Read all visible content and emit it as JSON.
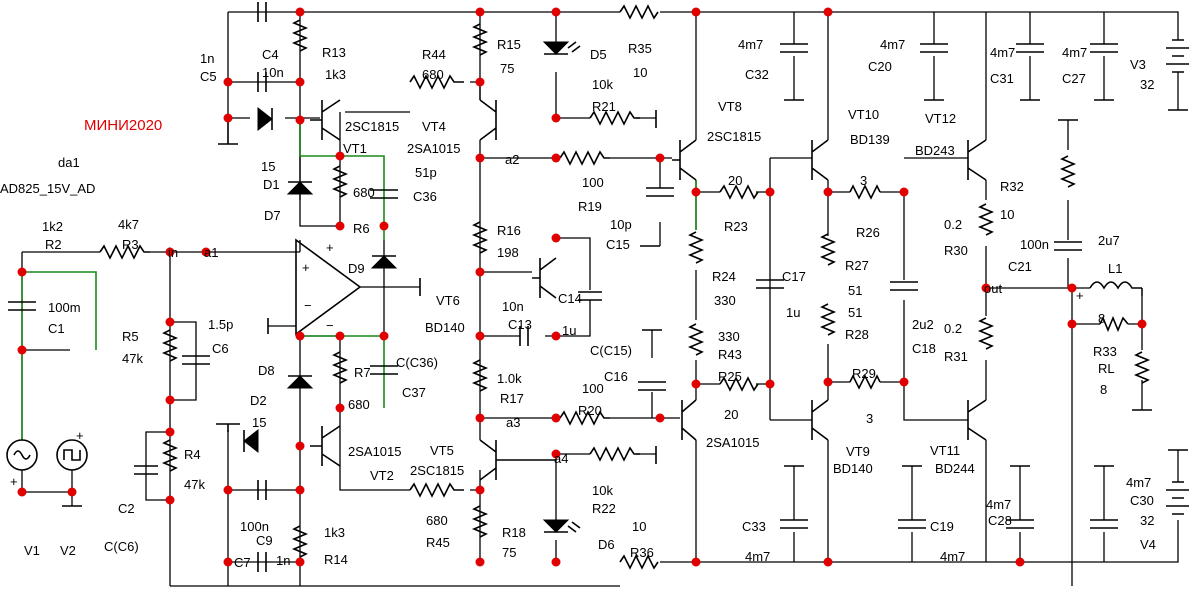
{
  "title": "МИНИ2020",
  "labels": [
    [
      "1n",
      200,
      52
    ],
    [
      "C5",
      200,
      70
    ],
    [
      "C4",
      262,
      48
    ],
    [
      "10n",
      262,
      66
    ],
    [
      "R13",
      322,
      46
    ],
    [
      "1k3",
      325,
      68
    ],
    [
      "R44",
      422,
      48
    ],
    [
      "680",
      422,
      68
    ],
    [
      "R15",
      497,
      38
    ],
    [
      "75",
      500,
      62
    ],
    [
      "D5",
      590,
      48
    ],
    [
      "R35",
      628,
      42
    ],
    [
      "10",
      633,
      66
    ],
    [
      "4m7",
      738,
      38
    ],
    [
      "C32",
      745,
      68
    ],
    [
      "4m7",
      880,
      38
    ],
    [
      "C20",
      868,
      60
    ],
    [
      "4m7",
      990,
      46
    ],
    [
      "C31",
      990,
      72
    ],
    [
      "4m7",
      1062,
      46
    ],
    [
      "C27",
      1062,
      72
    ],
    [
      "V3",
      1130,
      58
    ],
    [
      "32",
      1140,
      78
    ],
    [
      "10k",
      592,
      78
    ],
    [
      "R21",
      592,
      100
    ],
    [
      "VT8",
      718,
      100
    ],
    [
      "2SC1815",
      707,
      130
    ],
    [
      "VT10",
      848,
      108
    ],
    [
      "BD139",
      850,
      133
    ],
    [
      "VT12",
      925,
      112
    ],
    [
      "BD243",
      915,
      144
    ],
    [
      "2SC1815",
      345,
      120
    ],
    [
      "VT4",
      422,
      120
    ],
    [
      "VT1",
      343,
      142
    ],
    [
      "2SA1015",
      407,
      142
    ],
    [
      "51p",
      415,
      166
    ],
    [
      "C36",
      413,
      190
    ],
    [
      "da1",
      58,
      156
    ],
    [
      "AD825_15V_AD",
      0,
      182
    ],
    [
      "15",
      261,
      160
    ],
    [
      "D1",
      263,
      178
    ],
    [
      "680",
      353,
      186
    ],
    [
      "D7",
      264,
      209
    ],
    [
      "R6",
      353,
      222
    ],
    [
      "a2",
      505,
      153
    ],
    [
      "100",
      582,
      176
    ],
    [
      "20",
      728,
      174
    ],
    [
      "3",
      860,
      174
    ],
    [
      "R32",
      1000,
      180
    ],
    [
      "10",
      1000,
      208
    ],
    [
      "R19",
      578,
      200
    ],
    [
      "R23",
      724,
      220
    ],
    [
      "R26",
      856,
      226
    ],
    [
      "0.2",
      944,
      218
    ],
    [
      "R30",
      944,
      244
    ],
    [
      "100n",
      1020,
      238
    ],
    [
      "C21",
      1008,
      260
    ],
    [
      "2u7",
      1098,
      234
    ],
    [
      "L1",
      1108,
      262
    ],
    [
      "1k2",
      42,
      220
    ],
    [
      "R2",
      45,
      238
    ],
    [
      "4k7",
      118,
      218
    ],
    [
      "R3",
      122,
      238
    ],
    [
      "in",
      168,
      246
    ],
    [
      "a1",
      204,
      246
    ],
    [
      "R16",
      497,
      224
    ],
    [
      "198",
      497,
      246
    ],
    [
      "10p",
      610,
      218
    ],
    [
      "C15",
      606,
      238
    ],
    [
      "R24",
      712,
      270
    ],
    [
      "330",
      714,
      294
    ],
    [
      "C17",
      782,
      270
    ],
    [
      "1u",
      786,
      306
    ],
    [
      "R27",
      845,
      259
    ],
    [
      "51",
      848,
      284
    ],
    [
      "51",
      848,
      306
    ],
    [
      "R28",
      845,
      328
    ],
    [
      "out",
      984,
      282
    ],
    [
      "8",
      1098,
      312
    ],
    [
      "D9",
      348,
      262
    ],
    [
      "VT6",
      436,
      294
    ],
    [
      "BD140",
      425,
      321
    ],
    [
      "C14",
      558,
      292
    ],
    [
      "10n",
      502,
      300
    ],
    [
      "C13",
      508,
      318
    ],
    [
      "1u",
      562,
      324
    ],
    [
      "100m",
      48,
      301
    ],
    [
      "C1",
      48,
      322
    ],
    [
      "R5",
      122,
      330
    ],
    [
      "47k",
      122,
      352
    ],
    [
      "1.5p",
      208,
      318
    ],
    [
      "C6",
      212,
      342
    ],
    [
      "2u2",
      912,
      318
    ],
    [
      "C18",
      912,
      342
    ],
    [
      "0.2",
      944,
      322
    ],
    [
      "R31",
      944,
      350
    ],
    [
      "R33",
      1093,
      345
    ],
    [
      "RL",
      1098,
      362
    ],
    [
      "8",
      1100,
      383
    ],
    [
      "C(C36)",
      396,
      356
    ],
    [
      "C(C15)",
      590,
      344
    ],
    [
      "330",
      718,
      330
    ],
    [
      "R43",
      718,
      348
    ],
    [
      "R29",
      852,
      367
    ],
    [
      "D8",
      258,
      364
    ],
    [
      "R7",
      354,
      366
    ],
    [
      "C37",
      402,
      386
    ],
    [
      "1.0k",
      497,
      372
    ],
    [
      "C16",
      604,
      370
    ],
    [
      "100",
      582,
      382
    ],
    [
      "R25",
      718,
      370
    ],
    [
      "D2",
      250,
      394
    ],
    [
      "680",
      348,
      398
    ],
    [
      "R17",
      500,
      392
    ],
    [
      "20",
      724,
      408
    ],
    [
      "3",
      866,
      412
    ],
    [
      "15",
      252,
      416
    ],
    [
      "a3",
      506,
      416
    ],
    [
      "R20",
      578,
      404
    ],
    [
      "R4",
      184,
      448
    ],
    [
      "47k",
      184,
      478
    ],
    [
      "2SA1015",
      348,
      445
    ],
    [
      "VT5",
      430,
      444
    ],
    [
      "2SC1815",
      410,
      464
    ],
    [
      "VT2",
      370,
      469
    ],
    [
      "2SA1015",
      706,
      436
    ],
    [
      "VT9",
      846,
      445
    ],
    [
      "BD140",
      833,
      462
    ],
    [
      "VT11",
      930,
      444
    ],
    [
      "BD244",
      935,
      462
    ],
    [
      "a4",
      554,
      452
    ],
    [
      "10k",
      592,
      484
    ],
    [
      "R22",
      592,
      502
    ],
    [
      "C2",
      118,
      502
    ],
    [
      "100n",
      240,
      520
    ],
    [
      "C9",
      256,
      534
    ],
    [
      "1k3",
      324,
      526
    ],
    [
      "680",
      426,
      514
    ],
    [
      "R45",
      426,
      536
    ],
    [
      "R18",
      502,
      526
    ],
    [
      "75",
      502,
      546
    ],
    [
      "10",
      632,
      520
    ],
    [
      "D6",
      598,
      538
    ],
    [
      "R36",
      630,
      546
    ],
    [
      "C33",
      742,
      520
    ],
    [
      "4m7",
      745,
      550
    ],
    [
      "C19",
      930,
      520
    ],
    [
      "4m7",
      940,
      550
    ],
    [
      "4m7",
      986,
      498
    ],
    [
      "C28",
      988,
      514
    ],
    [
      "4m7",
      1126,
      476
    ],
    [
      "C30",
      1130,
      494
    ],
    [
      "32",
      1140,
      514
    ],
    [
      "V4",
      1140,
      538
    ],
    [
      "V1",
      24,
      544
    ],
    [
      "V2",
      60,
      544
    ],
    [
      "C(C6)",
      104,
      540
    ],
    [
      "C7",
      234,
      556
    ],
    [
      "1n",
      276,
      554
    ],
    [
      "R14",
      324,
      553
    ]
  ]
}
